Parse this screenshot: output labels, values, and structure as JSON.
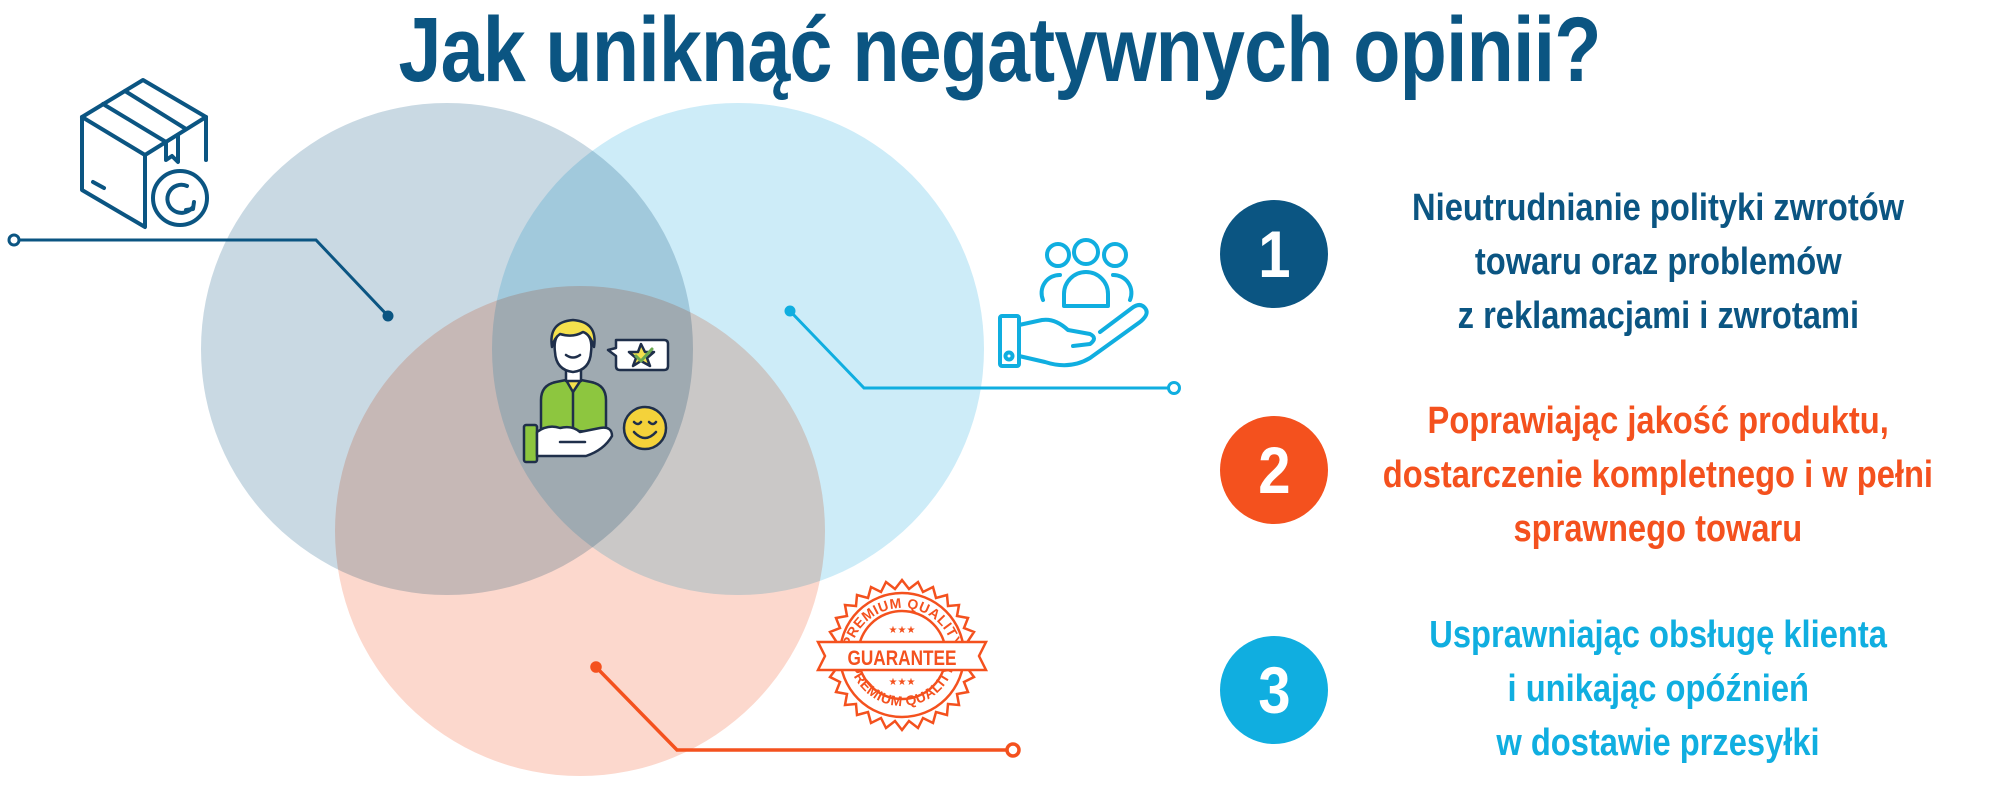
{
  "title": "Jak uniknąć negatywnych opinii?",
  "colors": {
    "navy": "#0b5582",
    "orange": "#f4511e",
    "cyan": "#10aee0",
    "circle_navy_fill": "#c9d9e3",
    "circle_cyan_fill": "#cdecf8",
    "circle_orange_fill": "#fcd8cd",
    "background": "#ffffff"
  },
  "venn": {
    "circles": [
      {
        "id": "returns",
        "color": "navy",
        "icon": "box-return-icon"
      },
      {
        "id": "customer-service",
        "color": "cyan",
        "icon": "hand-people-icon"
      },
      {
        "id": "quality",
        "color": "orange",
        "icon": "quality-guarantee-stamp-icon"
      }
    ],
    "center_icon": "satisfied-customer-icon",
    "stamp": {
      "top_arc": "PREMIUM QUALITY",
      "banner": "GUARANTEE",
      "bottom_arc": "PREMIUM QUALITY",
      "stars": "★★★"
    }
  },
  "points": [
    {
      "number": "1",
      "color": "navy",
      "lines": [
        "Nieutrudnianie polityki zwrotów",
        "towaru oraz problemów",
        "z reklamacjami i zwrotami"
      ]
    },
    {
      "number": "2",
      "color": "orange",
      "lines": [
        "Poprawiając jakość produktu,",
        "dostarczenie kompletnego i w pełni",
        "sprawnego towaru"
      ]
    },
    {
      "number": "3",
      "color": "cyan",
      "lines": [
        "Usprawniając obsługę klienta",
        "i unikając opóźnień",
        "w dostawie przesyłki"
      ]
    }
  ]
}
